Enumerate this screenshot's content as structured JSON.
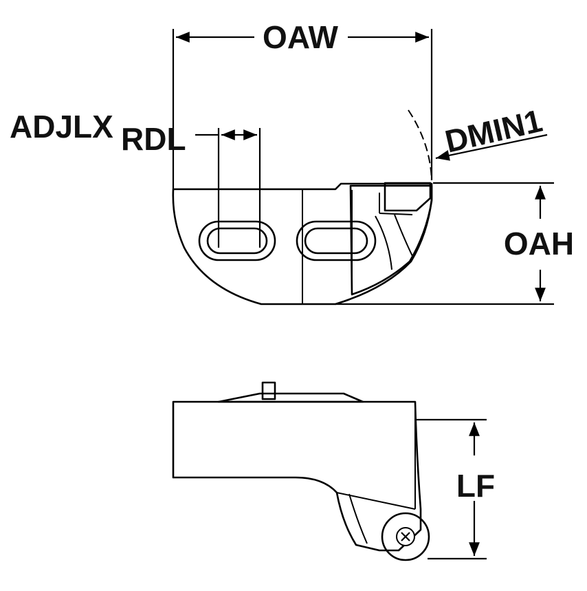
{
  "labels": {
    "oaw": "OAW",
    "adjlx": "ADJLX",
    "rdl": "RDL",
    "dmin1": "DMIN1",
    "oah": "OAH",
    "lf": "LF"
  },
  "colors": {
    "body": "#a9b9c6",
    "body_dark": "#8a9aa8",
    "insert": "#f2b61f",
    "outline": "#000000"
  }
}
